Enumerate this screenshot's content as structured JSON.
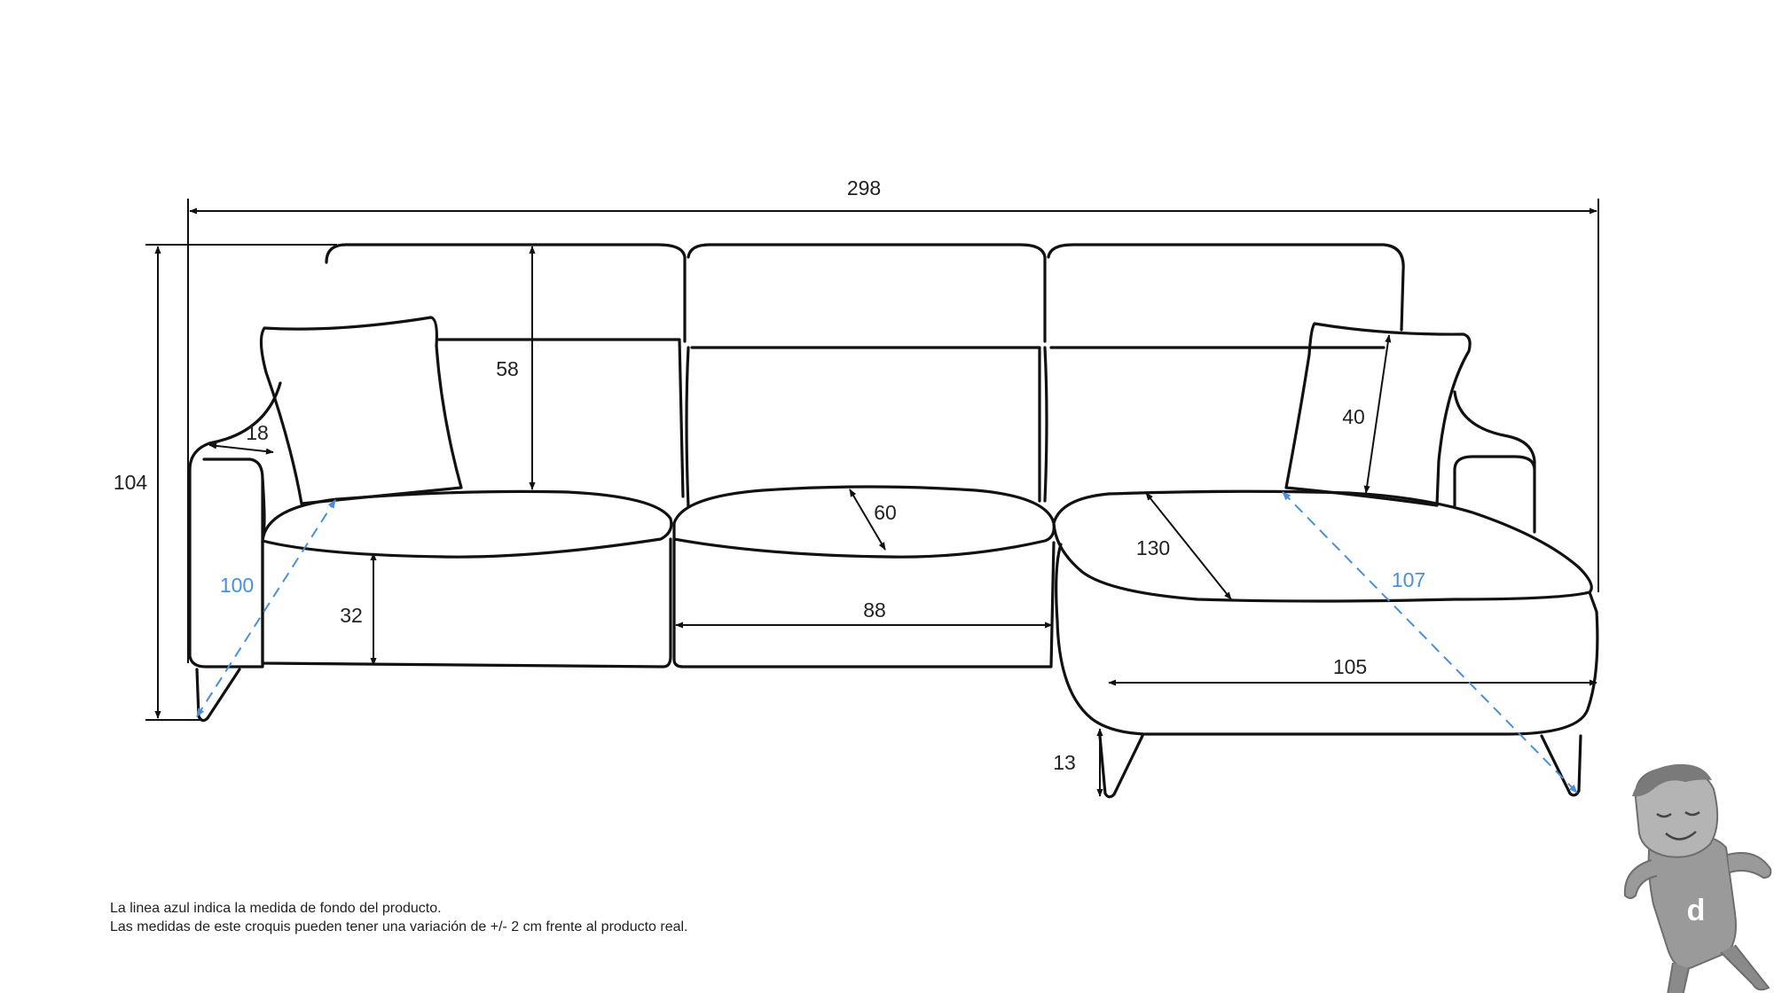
{
  "title": "",
  "colors": {
    "line": "#111111",
    "depth_line": "#4a90d9",
    "mascot": "#8f8f8f"
  },
  "dimensions": {
    "total_width": "298",
    "total_height": "104",
    "armrest_width": "18",
    "backrest_height": "58",
    "seat_height": "32",
    "seat_depth": "60",
    "seat_width": "88",
    "chaise_depth": "130",
    "chaise_width": "105",
    "leg_height": "13",
    "cushion_size": "40",
    "sofa_depth": "100",
    "chaise_total_depth": "107"
  },
  "notes": [
    "La linea azul indica la medida de fondo del producto.",
    "Las medidas de este croquis pueden tener una variación de +/- 2 cm frente al producto real."
  ],
  "logo": {
    "icon": "mascot-logo-icon",
    "letter": "d"
  }
}
